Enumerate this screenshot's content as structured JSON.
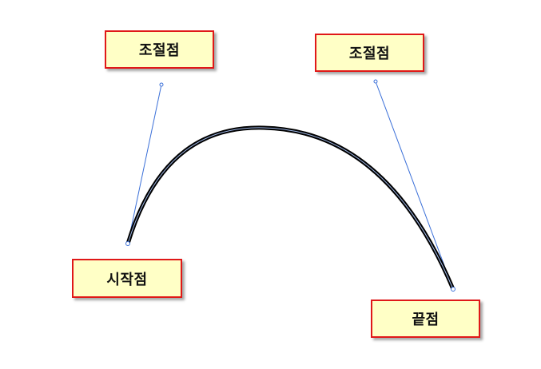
{
  "labels": {
    "control_point_1": "조절점",
    "control_point_2": "조절점",
    "start_point": "시작점",
    "end_point": "끝점"
  },
  "colors": {
    "label_background": "#ffffc6",
    "label_border": "#e01818",
    "curve_stroke": "#000000",
    "curve_highlight": "#9fb7e6",
    "handle_line": "#3a6fd8"
  }
}
